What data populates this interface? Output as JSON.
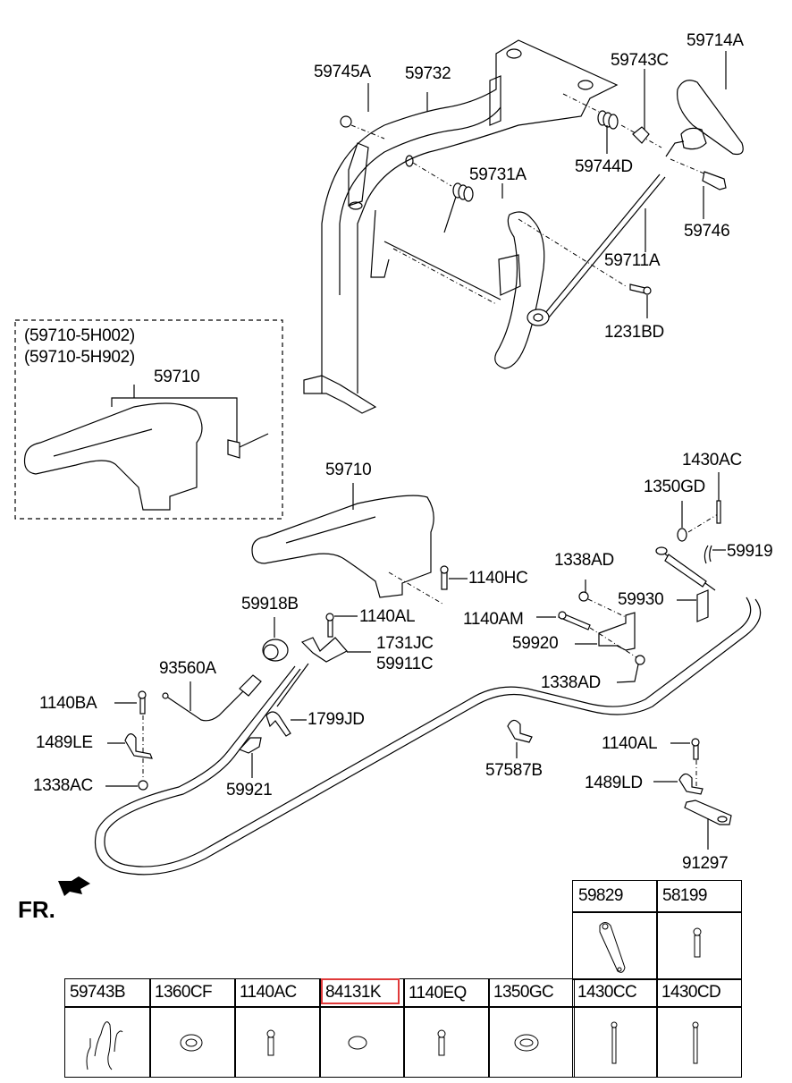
{
  "diagram": {
    "title": "Parking brake lever & cable assembly (exploded view)",
    "direction_marker": {
      "label": "FR.",
      "icon": "front-arrow-icon"
    },
    "inset_box": {
      "variants": [
        "(59710-5H002)",
        "(59710-5H902)"
      ],
      "part": "59710"
    },
    "callouts": {
      "c59745A": "59745A",
      "c59732": "59732",
      "c59743C": "59743C",
      "c59714A": "59714A",
      "c59744D": "59744D",
      "c59731A": "59731A",
      "c59746": "59746",
      "c59711A": "59711A",
      "c1231BD": "1231BD",
      "c59710": "59710",
      "c1430AC": "1430AC",
      "c1350GD": "1350GD",
      "c59919": "59919",
      "c1338AD_top": "1338AD",
      "c1140HC": "1140HC",
      "c59930": "59930",
      "c1140AM": "1140AM",
      "c59920": "59920",
      "c1338AD_bot": "1338AD",
      "c59918B": "59918B",
      "c1140AL_top": "1140AL",
      "c1731JC": "1731JC",
      "c59911C": "59911C",
      "c93560A": "93560A",
      "c1140BA": "1140BA",
      "c1489LE": "1489LE",
      "c1338AC": "1338AC",
      "c1799JD": "1799JD",
      "c59921": "59921",
      "c57587B": "57587B",
      "c1140AL_bot": "1140AL",
      "c1489LD": "1489LD",
      "c91297": "91297"
    },
    "parts_table": {
      "top_row": [
        {
          "code": "59829",
          "icon": "lever-link-icon"
        },
        {
          "code": "58199",
          "icon": "bolt-icon"
        }
      ],
      "bottom_row": [
        {
          "code": "59743B",
          "icon": "wire-spring-icon",
          "highlighted": false
        },
        {
          "code": "1360CF",
          "icon": "spring-washer-icon",
          "highlighted": false
        },
        {
          "code": "1140AC",
          "icon": "bolt-icon",
          "highlighted": false
        },
        {
          "code": "84131K",
          "icon": "plug-oval-icon",
          "highlighted": true
        },
        {
          "code": "1140EQ",
          "icon": "bolt-icon",
          "highlighted": false
        },
        {
          "code": "1350GC",
          "icon": "flat-washer-icon",
          "highlighted": false
        },
        {
          "code": "1430CC",
          "icon": "cotter-pin-icon",
          "highlighted": false
        },
        {
          "code": "1430CD",
          "icon": "cotter-pin-icon",
          "highlighted": false
        }
      ],
      "highlight_color": "#e03a3a"
    }
  }
}
